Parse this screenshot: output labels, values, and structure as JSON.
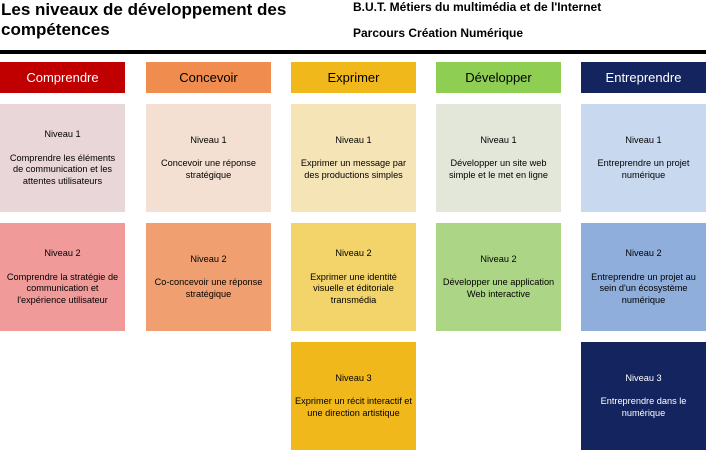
{
  "header": {
    "title": "Les niveaux de développement des compétences",
    "subtitle_line1": "B.U.T. Métiers du multimédia et de l'Internet",
    "subtitle_line2": "Parcours Création Numérique"
  },
  "columns": [
    {
      "name": "Comprendre",
      "header_bg": "#c00000",
      "header_fg": "#ffffff",
      "levels": [
        {
          "level": "Niveau 1",
          "text": "Comprendre les éléments de communication et les attentes utilisateurs",
          "bg": "#e8d6d8"
        },
        {
          "level": "Niveau 2",
          "text": "Comprendre la stratégie de communication et l'expérience utilisateur",
          "bg": "#f09a9a"
        }
      ]
    },
    {
      "name": "Concevoir",
      "header_bg": "#f08c4e",
      "header_fg": "#000000",
      "levels": [
        {
          "level": "Niveau 1",
          "text": "Concevoir une réponse stratégique",
          "bg": "#f3e0d2"
        },
        {
          "level": "Niveau 2",
          "text": "Co-concevoir une réponse stratégique",
          "bg": "#f0a070"
        }
      ]
    },
    {
      "name": "Exprimer",
      "header_bg": "#f0b81a",
      "header_fg": "#000000",
      "levels": [
        {
          "level": "Niveau 1",
          "text": "Exprimer un message par des productions simples",
          "bg": "#f5e4b6"
        },
        {
          "level": "Niveau 2",
          "text": "Exprimer une identité visuelle et éditoriale transmédia",
          "bg": "#f3d46a"
        },
        {
          "level": "Niveau 3",
          "text": "Exprimer un récit interactif et une direction artistique",
          "bg": "#f0b81a"
        }
      ]
    },
    {
      "name": "Développer",
      "header_bg": "#8ece52",
      "header_fg": "#000000",
      "levels": [
        {
          "level": "Niveau 1",
          "text": "Développer un site web simple et le met en ligne",
          "bg": "#e2e7d9"
        },
        {
          "level": "Niveau 2",
          "text": "Développer une application Web interactive",
          "bg": "#acd685"
        }
      ]
    },
    {
      "name": "Entreprendre",
      "header_bg": "#13245e",
      "header_fg": "#ffffff",
      "levels": [
        {
          "level": "Niveau 1",
          "text": "Entreprendre un projet numérique",
          "bg": "#c8d8ee"
        },
        {
          "level": "Niveau 2",
          "text": "Entreprendre un projet au sein d'un écosystème numérique",
          "bg": "#8faedc"
        },
        {
          "level": "Niveau 3",
          "text": "Entreprendre dans le numérique",
          "bg": "#13245e",
          "fg": "#ffffff"
        }
      ]
    }
  ]
}
